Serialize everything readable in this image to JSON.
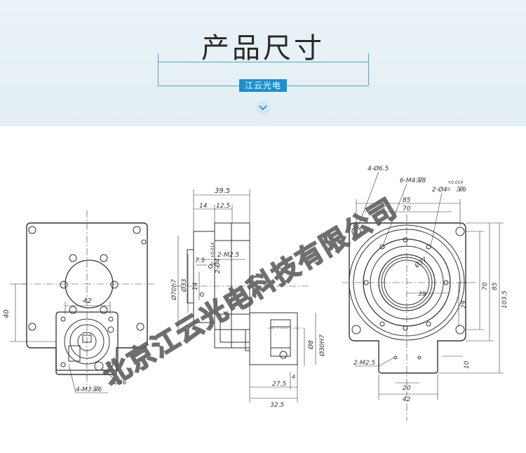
{
  "header": {
    "title": "产品尺寸",
    "badge": "江云光电",
    "down_icon": "chevron-down-icon"
  },
  "colors": {
    "header_bg": "#e6f1f5",
    "accent": "#1b8fd1",
    "line": "#5aa0c8",
    "drawing": "#333333"
  },
  "drawing": {
    "front_view": {
      "dims": [
        "40",
        "42",
        "Ø46",
        "4-M3深6"
      ]
    },
    "side_view": {
      "dims": [
        "39.5",
        "14",
        "12.5",
        "7.5",
        "2-M2.5",
        "Ø70h7",
        "Ø33",
        "14",
        "2-Ø4",
        "+0.014",
        "0",
        "Ø8",
        "Ø30H7",
        "27.5",
        "4",
        "32.5"
      ]
    },
    "right_view": {
      "dims": [
        "4-Ø6.5",
        "6-M4深8",
        "2-Ø4",
        "+0.014",
        "0",
        "深6",
        "85",
        "70",
        "Ø37",
        "39",
        "70",
        "85",
        "103.5",
        "29",
        "2-M2.5",
        "10",
        "20",
        "42"
      ]
    }
  },
  "watermark": "北京江云光电科技有限公司"
}
